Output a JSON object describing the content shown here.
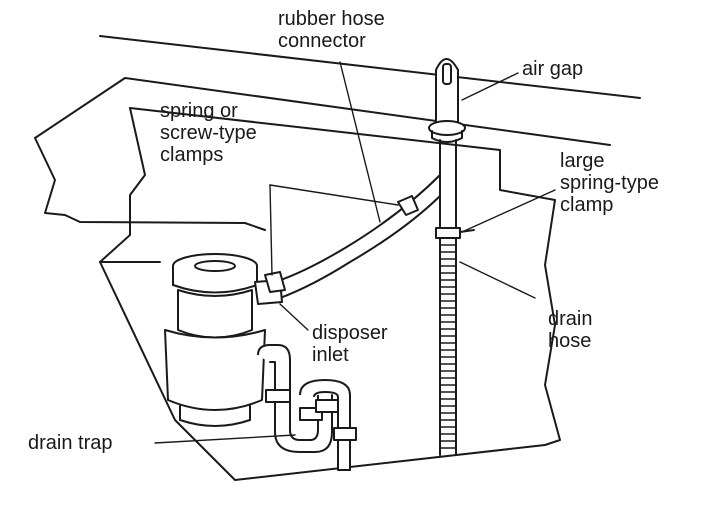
{
  "labels": {
    "rubber_hose_connector": [
      "rubber hose",
      "connector"
    ],
    "air_gap": "air gap",
    "spring_clamps": [
      "spring or",
      "screw-type",
      "clamps"
    ],
    "large_clamp": [
      "large",
      "spring-type",
      "clamp"
    ],
    "drain_hose": [
      "drain",
      "hose"
    ],
    "disposer_inlet": [
      "disposer",
      "inlet"
    ],
    "drain_trap": "drain trap"
  },
  "colors": {
    "line": "#1a1a1a",
    "background": "#ffffff"
  }
}
